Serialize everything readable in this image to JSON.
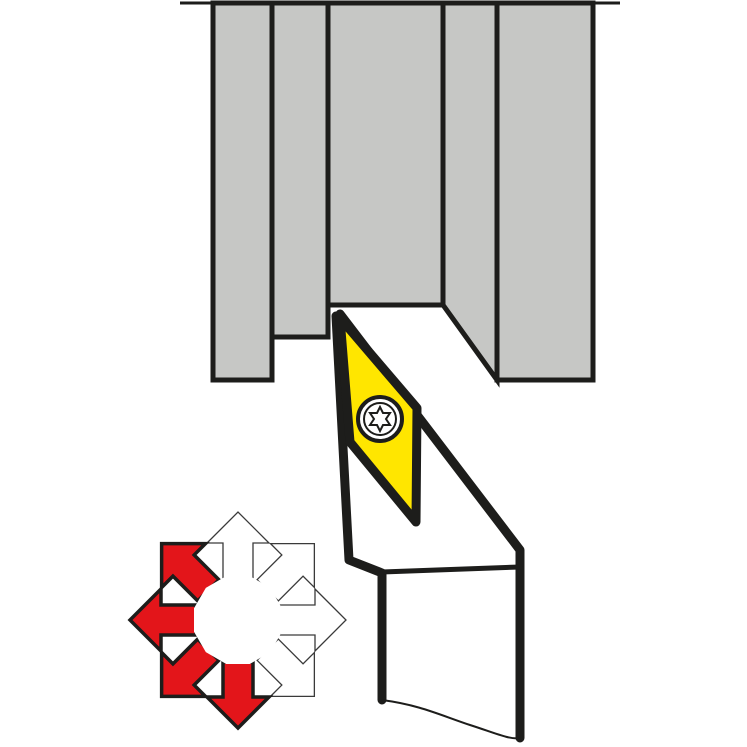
{
  "colors": {
    "holder_gray": "#c6c7c5",
    "outline": "#1d1d1b",
    "insert_yellow": "#ffe600",
    "arrow_active": "#e3151a",
    "arrow_inactive": "#ffffff"
  },
  "feed_directions": [
    {
      "direction": "up",
      "angle": 0,
      "active": false
    },
    {
      "direction": "up-right",
      "angle": 45,
      "active": false
    },
    {
      "direction": "right",
      "angle": 90,
      "active": false
    },
    {
      "direction": "down-right",
      "angle": 135,
      "active": false
    },
    {
      "direction": "down",
      "angle": 180,
      "active": true
    },
    {
      "direction": "down-left",
      "angle": 225,
      "active": true
    },
    {
      "direction": "left",
      "angle": 270,
      "active": true
    },
    {
      "direction": "up-left",
      "angle": 315,
      "active": true
    }
  ]
}
